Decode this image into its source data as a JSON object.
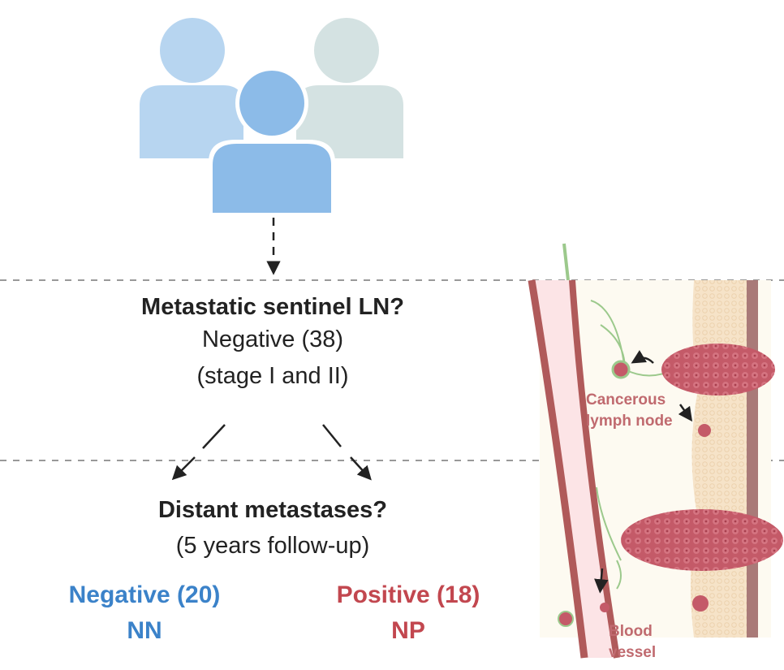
{
  "question1": {
    "title": "Metastatic sentinel LN?",
    "result": "Negative (38)",
    "note": "(stage I and II)"
  },
  "question2": {
    "title": "Distant metastases?",
    "note": "(5 years follow-up)"
  },
  "groups": [
    {
      "label": "Negative (20)",
      "code": "NN",
      "color": "#3b82c9"
    },
    {
      "label": "Positive (18)",
      "code": "NP",
      "color": "#c2474f"
    }
  ],
  "illustration": {
    "lymph_label": "Cancerous lymph node",
    "vessel_label": "Blood vessel",
    "label_color": "#c06a6f"
  },
  "icons": [
    "patients-group-icon",
    "arrow-down-icon",
    "arrow-split-icon"
  ]
}
